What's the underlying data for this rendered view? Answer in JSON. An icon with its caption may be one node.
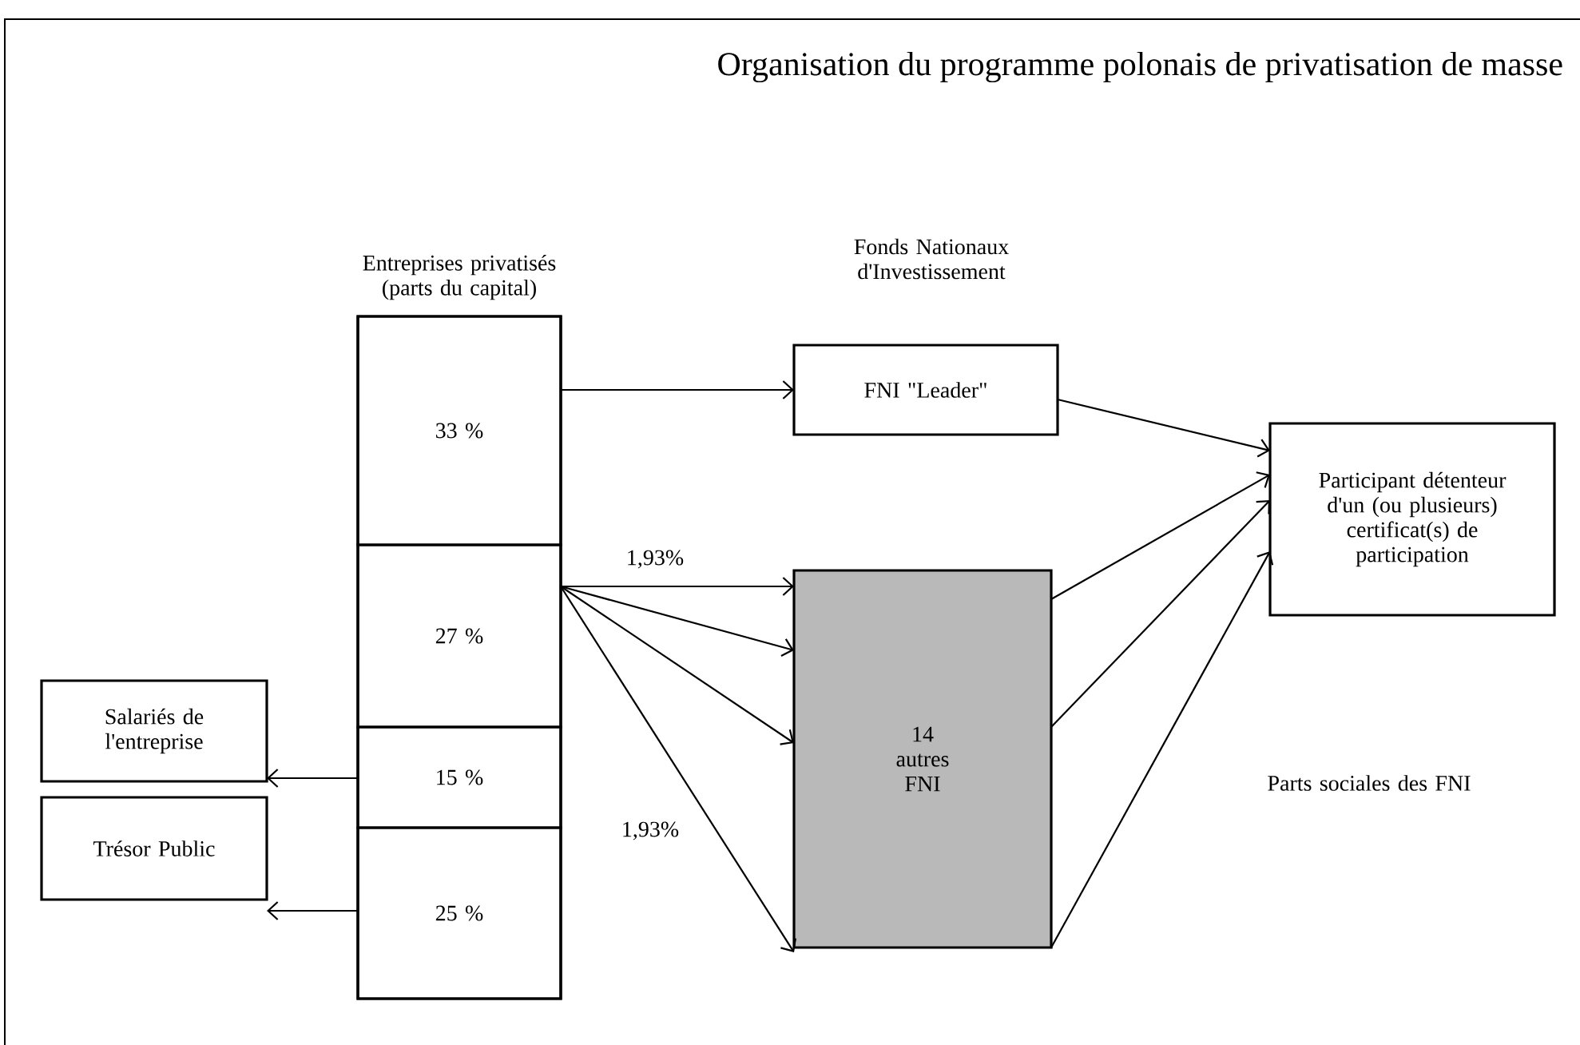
{
  "diagram": {
    "title": "Organisation du programme polonais de privatisation de masse",
    "nodes": [
      {
        "text": [
          "Entreprises privatisés (parts du capital)"
        ]
      },
      {
        "text": [
          "33 %"
        ],
        "in": 0
      },
      {
        "text": [
          "27 %"
        ],
        "in": 0
      },
      {
        "text": [
          "15 %"
        ],
        "in": 0
      },
      {
        "text": [
          "25 %"
        ],
        "in": 0
      },
      {
        "text": [
          "FNI \"Leader\""
        ]
      },
      {
        "text": [
          "14 autres FNI"
        ]
      },
      {
        "text": [
          "Participant détenteur d'un (ou plusieurs) certificat(s) de participation"
        ]
      },
      {
        "text": [
          "Salariés de l'entreprise"
        ]
      },
      {
        "text": [
          "Trésor Public"
        ]
      }
    ],
    "edges": [
      {
        "from": 1,
        "to": 5,
        "arrow": "to"
      },
      {
        "from": 2,
        "to": 6,
        "arrow": "to",
        "label": "1,93%"
      },
      {
        "from": 2,
        "to": 6,
        "arrow": "to"
      },
      {
        "from": 2,
        "to": 6,
        "arrow": "to"
      },
      {
        "from": 2,
        "to": 6,
        "arrow": "to",
        "label": "1,93%"
      },
      {
        "from": 3,
        "to": 8,
        "arrow": "to"
      },
      {
        "from": 4,
        "to": 9,
        "arrow": "to"
      },
      {
        "from": 5,
        "to": 7,
        "arrow": "to"
      },
      {
        "from": 6,
        "to": 7,
        "arrow": "to"
      },
      {
        "from": 6,
        "to": 7,
        "arrow": "to"
      },
      {
        "from": 6,
        "to": 7,
        "arrow": "to"
      }
    ],
    "labels": [
      "Fonds Nationaux d'Investissement",
      "Parts sociales des FNI"
    ]
  }
}
